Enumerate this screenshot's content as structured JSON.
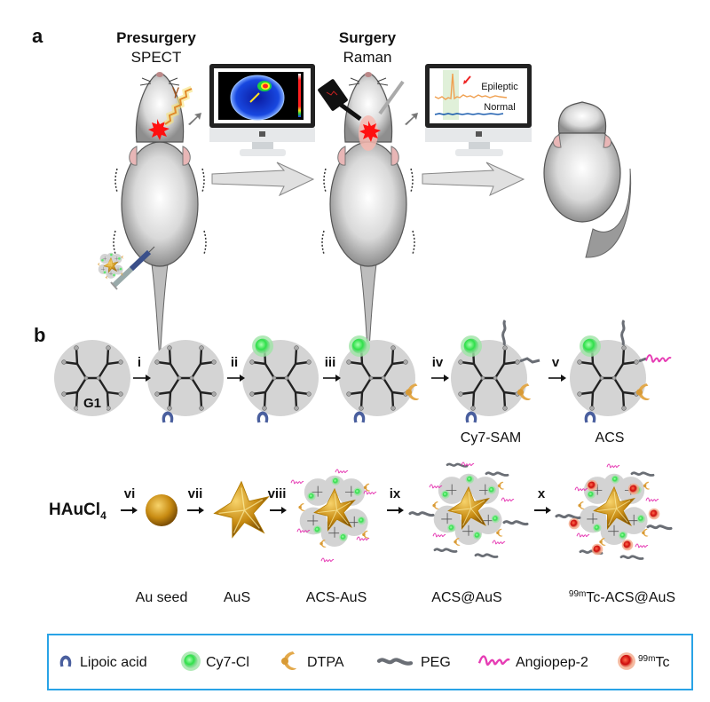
{
  "panel_a": {
    "label": "a",
    "step1_title": "Presurgery",
    "step1_method": "SPECT",
    "step2_title": "Surgery",
    "step2_method": "Raman",
    "gamma_symbol": "γ",
    "raman_trace_labels": {
      "epileptic": "Epileptic",
      "normal": "Normal"
    }
  },
  "panel_b": {
    "label": "b",
    "g1": "G1",
    "steps": [
      "i",
      "ii",
      "iii",
      "iv",
      "v",
      "vi",
      "vii",
      "viii",
      "ix",
      "x"
    ],
    "row1_labels": {
      "cy7_sam": "Cy7-SAM",
      "acs": "ACS"
    },
    "precursor": {
      "base": "HAuCl",
      "subscript": "4"
    },
    "row2_labels": {
      "au_seed": "Au seed",
      "aus": "AuS",
      "acs_aus": "ACS-AuS",
      "acs_at_aus": "ACS@AuS",
      "tc_acs_at_aus": {
        "isotope": "99m",
        "rest": "Tc-ACS@AuS"
      }
    }
  },
  "legend": {
    "items": [
      {
        "label": "Lipoic acid",
        "icon": "lipoic-acid-icon",
        "color": "#4a5f9e"
      },
      {
        "label": "Cy7-Cl",
        "icon": "cy7-dye-icon",
        "color": "#3ddc4a"
      },
      {
        "label": "DTPA",
        "icon": "dtpa-icon",
        "color": "#e0a84a"
      },
      {
        "label": "PEG",
        "icon": "peg-icon",
        "color": "#666a70"
      },
      {
        "label": "Angiopep-2",
        "icon": "angiopep-icon",
        "color": "#e63cb4"
      },
      {
        "isotope": "99m",
        "label": "Tc",
        "icon": "technetium-icon",
        "color": "#d41a1a"
      }
    ],
    "border_color": "#29a3e6"
  }
}
